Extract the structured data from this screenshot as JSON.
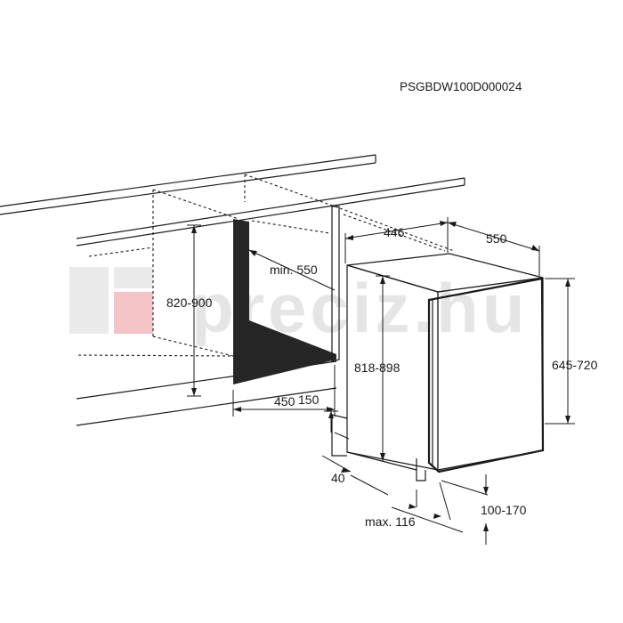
{
  "product_code": "PSGBDW100D000024",
  "watermark": {
    "text": "preciz.hu",
    "accent_color": "#f2b8bb",
    "box_color": "#d9d9d9"
  },
  "dimensions": {
    "appliance_depth": "446",
    "appliance_width": "550",
    "niche_min_depth": "min. 550",
    "niche_height": "820-900",
    "appliance_height": "818-898",
    "door_height": "645-720",
    "niche_width": "450",
    "plinth_height": "150",
    "plinth_depth": "40",
    "adjustable_feet": "100-170",
    "max_door_travel": "max. 116"
  },
  "colors": {
    "line": "#1a1a1a",
    "niche_shadow": "#262626"
  }
}
